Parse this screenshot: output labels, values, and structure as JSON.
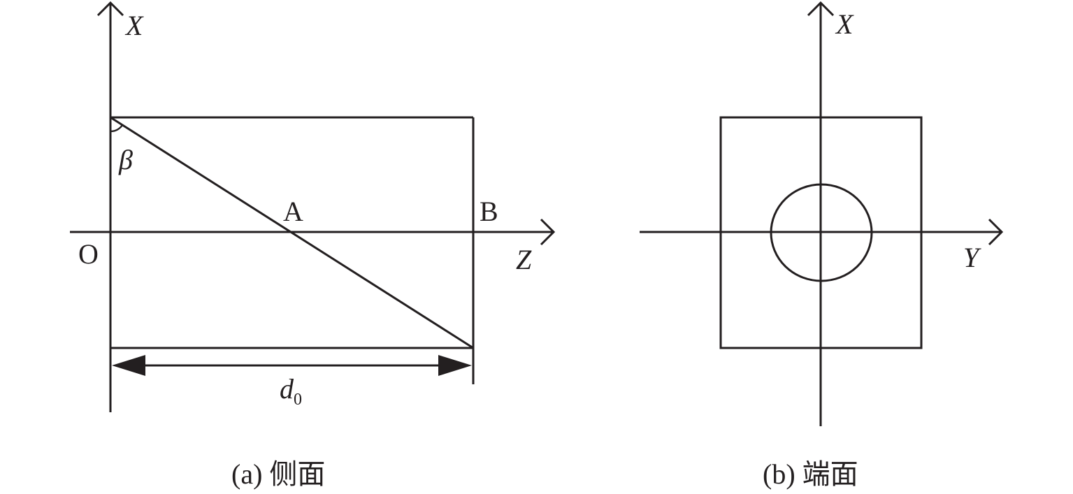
{
  "side_view": {
    "caption": "(a) 侧面",
    "axis_x": "X",
    "axis_z": "Z",
    "origin": "O",
    "point_a": "A",
    "point_b": "B",
    "angle": "β",
    "dimension_main": "d",
    "dimension_sub": "0"
  },
  "end_view": {
    "caption": "(b) 端面",
    "axis_x": "X",
    "axis_y": "Y"
  },
  "colors": {
    "ink": "#231f20",
    "background": "#ffffff"
  }
}
